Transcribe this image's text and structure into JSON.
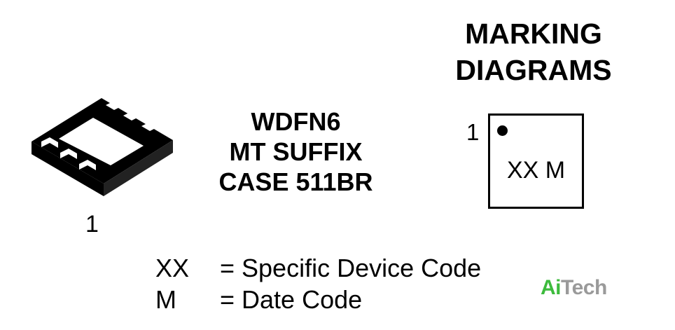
{
  "package": {
    "pin1_label": "1",
    "lines": [
      "WDFN6",
      "MT SUFFIX",
      "CASE 511BR"
    ]
  },
  "marking": {
    "heading_lines": [
      "MARKING",
      "DIAGRAMS"
    ],
    "pin1_label": "1",
    "code_text": "XX M"
  },
  "legend": [
    {
      "code": "XX",
      "description": "= Specific Device Code"
    },
    {
      "code": "M",
      "description": "= Date Code"
    }
  ],
  "watermark": {
    "text_a": "Ai",
    "text_b": "Tech",
    "color_a": "#3dbb3d",
    "color_b": "#9a9a9a"
  }
}
